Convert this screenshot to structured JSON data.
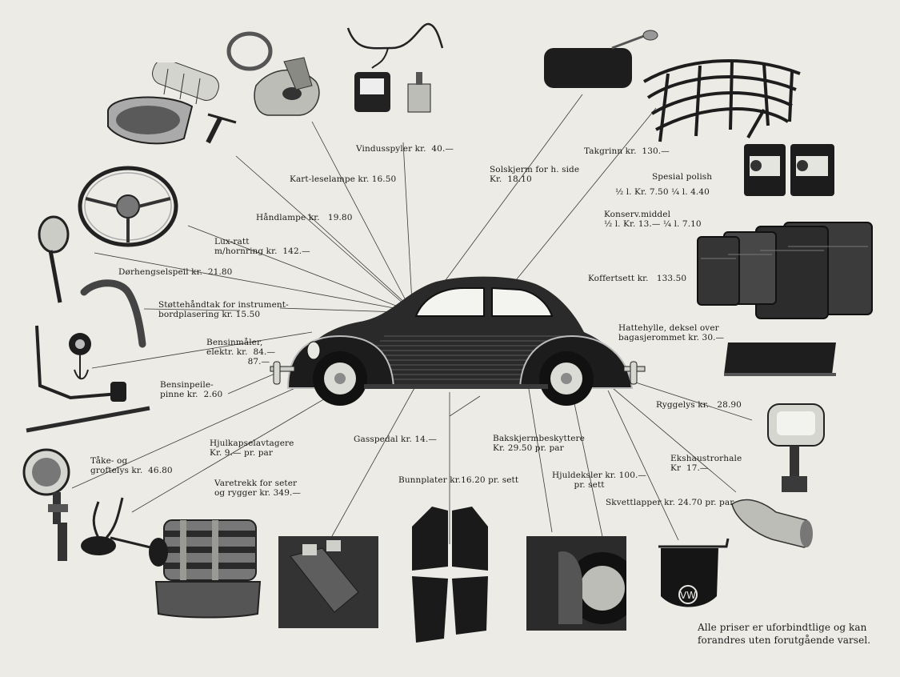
{
  "labels": {
    "kartleselampe": "Kart-leselampe kr. 16.50",
    "vindusspyler": "Vindusspyler kr.  40.—",
    "solskjerm": "Solskjerm for h. side\nKr.  18.10",
    "takgrinn": "Takgrinn kr.  130.—",
    "spesial_polish": "Spesial polish",
    "polish_prices": "½ l. Kr. 7.50 ¼ l. 4.40",
    "konserv": "Konserv.middel\n½ l. Kr. 13.— ¼ l. 7.10",
    "koffertsett": "Koffertsett kr.   133.50",
    "hattehylle": "Hattehylle, deksel over\nbagasjerommet kr. 30.—",
    "ryggelys": "Ryggelys kr.   28.90",
    "ekshaust": "Ekshaustrorhale\nKr  17.—",
    "skvettlapper": "Skvettlapper kr. 24.70 pr. par",
    "hjuldeksler": "Hjuldeksler kr. 100.—\n        pr. sett",
    "bakskjerm": "Bakskjermbeskyttere\nKr. 29.50 pr. par",
    "bunnplater": "Bunnplater kr.16.20 pr. sett",
    "gasspedal": "Gasspedal kr. 14.—",
    "varetrekk": "Varetrekk for seter\nog rygger kr. 349.—",
    "hjulkapsel": "Hjulkapselavtagere\nKr. 9.— pr. par",
    "take": "Tåke- og\ngroftelys kr.  46.80",
    "bensinpeile": "Bensinpeile-\npinne kr.  2.60",
    "bensinmaler": "Bensinmåler,\nelektr. kr.  84.—\n               87.—",
    "stottehandtak": "Støttehåndtak for instrument-\nbordplasering kr. 15.50",
    "dorhengsel": "Dørhengselspeil kr.  21.80",
    "luxratt": "Lux-ratt\nm/hornring kr.  142.—",
    "handlampe": "Håndlampe kr.   19.80"
  },
  "footer": "Alle priser er uforbindtlige og kan\nforandres uten forutgående varsel."
}
